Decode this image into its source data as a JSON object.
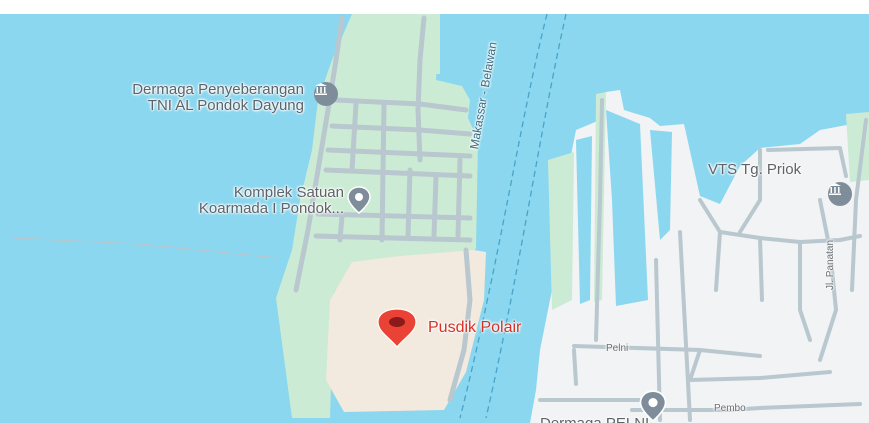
{
  "map": {
    "colors": {
      "water": "#8ad7ef",
      "land": "#f1f3f4",
      "green": "#ccebd4",
      "sand": "#f2e9df",
      "road": "#b9c7cf",
      "route": "#4aa3c8",
      "selected_pin": "#d93025",
      "gray_pin": "#7f8c99"
    },
    "places": [
      {
        "name_line1": "Dermaga Penyeberangan",
        "name_line2": "TNI AL Pondok Dayung",
        "icon": "landmark-icon"
      },
      {
        "name_line1": "Komplek Satuan",
        "name_line2": "Koarmada I Pondok...",
        "icon": "location-pin-icon"
      },
      {
        "name": "VTS Tg. Priok",
        "icon": "landmark-icon"
      }
    ],
    "selected_place": {
      "name": "Pusdik Polair",
      "icon": "map-pin-icon"
    },
    "roads": [
      {
        "name": "Pelni"
      },
      {
        "name": "Pembo"
      },
      {
        "name": "Jl. Panatan"
      }
    ],
    "ferry_route": {
      "name": "Makassar - Belawan"
    },
    "partial_label": "Dermaga PELNI"
  }
}
